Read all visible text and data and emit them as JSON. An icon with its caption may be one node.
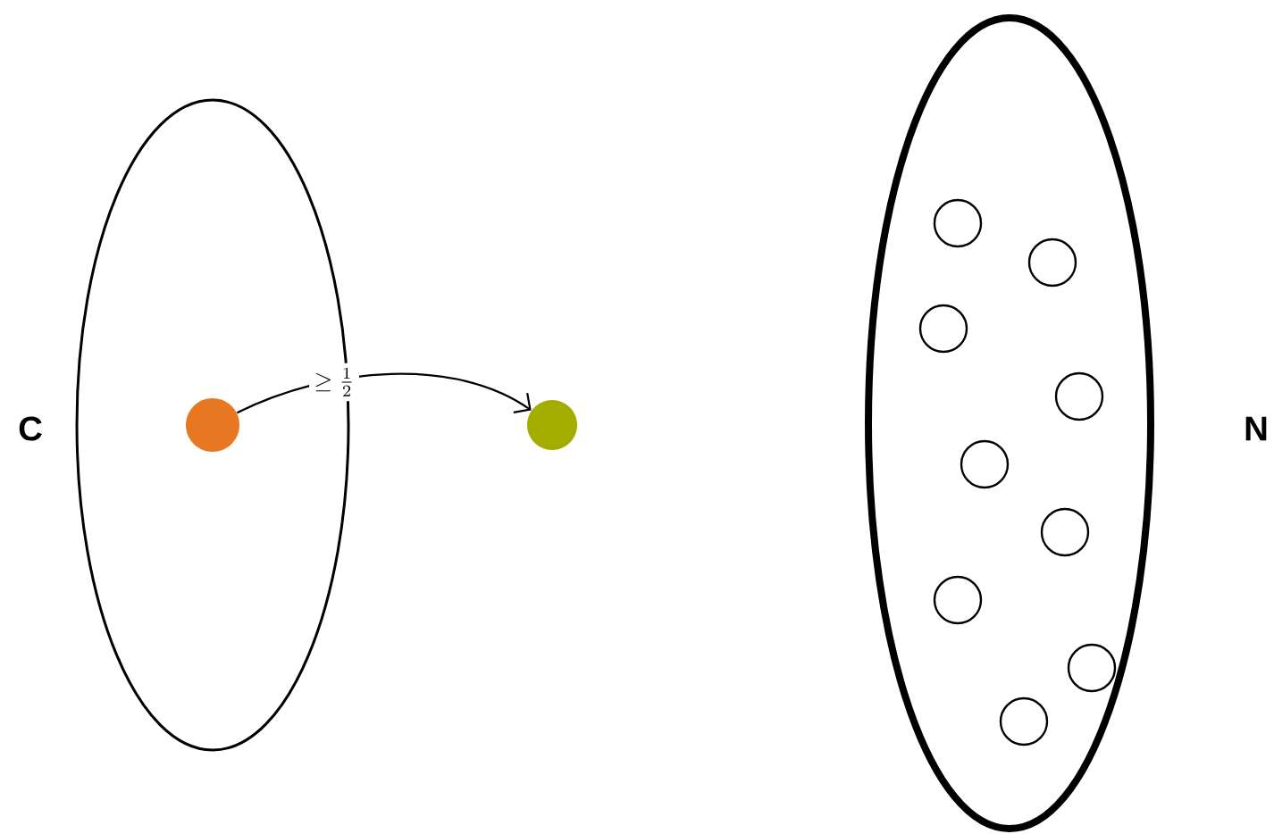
{
  "diagram": {
    "nodes": [
      {
        "text": [
          "C"
        ]
      },
      {
        "text": [],
        "shape": "circle",
        "in": 0
      },
      {
        "text": [],
        "shape": "circle"
      },
      {
        "text": [
          "N"
        ]
      },
      {
        "text": [],
        "shape": "circle",
        "in": 3
      },
      {
        "text": [],
        "shape": "circle",
        "in": 3
      },
      {
        "text": [],
        "shape": "circle",
        "in": 3
      },
      {
        "text": [],
        "shape": "circle",
        "in": 3
      },
      {
        "text": [],
        "shape": "circle",
        "in": 3
      },
      {
        "text": [],
        "shape": "circle",
        "in": 3
      },
      {
        "text": [],
        "shape": "circle",
        "in": 3
      },
      {
        "text": [],
        "shape": "circle",
        "in": 3
      },
      {
        "text": [],
        "shape": "circle",
        "in": 3
      }
    ],
    "edges": [
      {
        "from": 1,
        "to": 2,
        "arrow": "to",
        "label": "\\geq \\frac{1}{2}"
      }
    ]
  }
}
